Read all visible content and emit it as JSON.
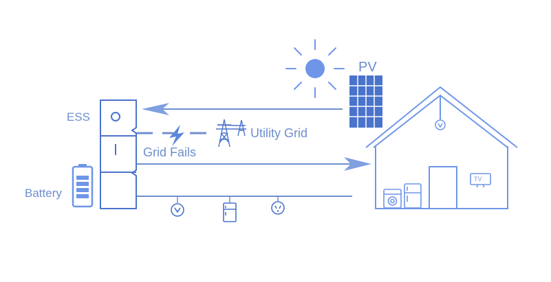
{
  "labels": {
    "ess": "ESS",
    "pv": "PV",
    "utility_grid": "Utility Grid",
    "grid_fails": "Grid Fails",
    "battery": "Battery",
    "tv": "TV"
  },
  "colors": {
    "line": "#6d8fcf",
    "arrow": "#7f9fe0",
    "sun": "#6e95e8",
    "panel": "#4a73cc"
  },
  "icons": [
    "sun-icon",
    "solar-panel-icon",
    "ess-cabinet-icon",
    "lightning-icon",
    "power-tower-icon",
    "battery-icon",
    "bulb-icon",
    "fridge-icon",
    "socket-icon",
    "house-icon",
    "washer-icon",
    "tv-icon"
  ]
}
